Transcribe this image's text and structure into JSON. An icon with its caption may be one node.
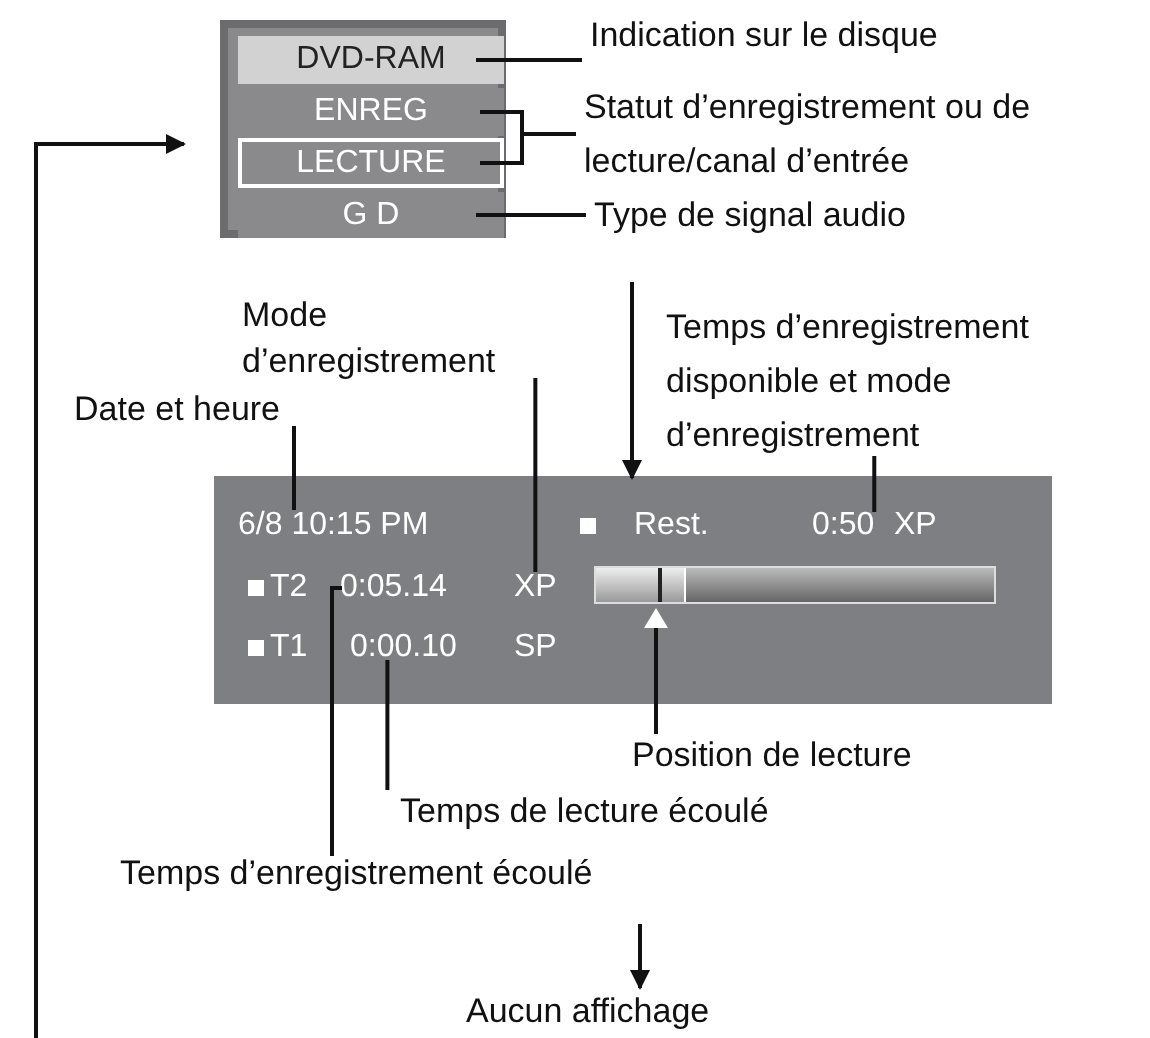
{
  "diagram": {
    "nodes": [
      {
        "text": [],
        "shape": "box"
      },
      {
        "text": [
          "DVD-RAM"
        ],
        "in": 0
      },
      {
        "text": [
          "ENREG"
        ],
        "in": 0
      },
      {
        "text": [
          "LECTURE"
        ],
        "in": 0
      },
      {
        "text": [
          "G D"
        ],
        "in": 0
      },
      {
        "text": [
          "Indication sur le disque"
        ]
      },
      {
        "text": [
          "Statut d’enregistrement ou de lecture/canal d’entrée"
        ]
      },
      {
        "text": [
          "Type de signal audio"
        ]
      },
      {
        "text": [],
        "shape": "box"
      },
      {
        "text": [
          "6/8 10:15 PM"
        ],
        "in": 8
      },
      {
        "text": [
          "Rest."
        ],
        "in": 8
      },
      {
        "text": [
          "0:50"
        ],
        "in": 8
      },
      {
        "text": [
          "XP"
        ],
        "in": 8
      },
      {
        "text": [
          "T2"
        ],
        "in": 8
      },
      {
        "text": [
          "0:05.14"
        ],
        "in": 8
      },
      {
        "text": [
          "XP"
        ],
        "in": 8
      },
      {
        "text": [
          "T1"
        ],
        "in": 8
      },
      {
        "text": [
          "0:00.10"
        ],
        "in": 8
      },
      {
        "text": [
          "SP"
        ],
        "in": 8
      },
      {
        "text": [],
        "shape": "bar",
        "in": 8
      },
      {
        "text": [],
        "shape": "triangle",
        "in": 8
      },
      {
        "text": [
          "Mode d’enregistrement"
        ]
      },
      {
        "text": [
          "Date et heure"
        ]
      },
      {
        "text": [
          "Temps d’enregistrement disponible et mode d’enregistrement"
        ]
      },
      {
        "text": [
          "Position de lecture"
        ]
      },
      {
        "text": [
          "Temps de lecture écoulé"
        ]
      },
      {
        "text": [
          "Temps d’enregistrement écoulé"
        ]
      },
      {
        "text": [
          "Aucun affichage"
        ]
      }
    ],
    "edges": [
      {
        "from": 5,
        "to": 1,
        "arrow": "none"
      },
      {
        "from": 6,
        "to": 2,
        "arrow": "none"
      },
      {
        "from": 6,
        "to": 3,
        "arrow": "none"
      },
      {
        "from": 7,
        "to": 4,
        "arrow": "none"
      },
      {
        "from": null,
        "to": 8,
        "arrow": "to"
      },
      {
        "from": null,
        "to": 27,
        "arrow": "to"
      },
      {
        "from": 27,
        "to": 0,
        "arrow": "to"
      },
      {
        "from": 22,
        "to": 9,
        "arrow": "none"
      },
      {
        "from": 21,
        "to": 15,
        "arrow": "none"
      },
      {
        "from": 23,
        "to": 11,
        "arrow": "none"
      },
      {
        "from": 24,
        "to": 20,
        "arrow": "none"
      },
      {
        "from": 25,
        "to": 17,
        "arrow": "none"
      },
      {
        "from": 26,
        "to": 14,
        "arrow": "none"
      }
    ]
  }
}
